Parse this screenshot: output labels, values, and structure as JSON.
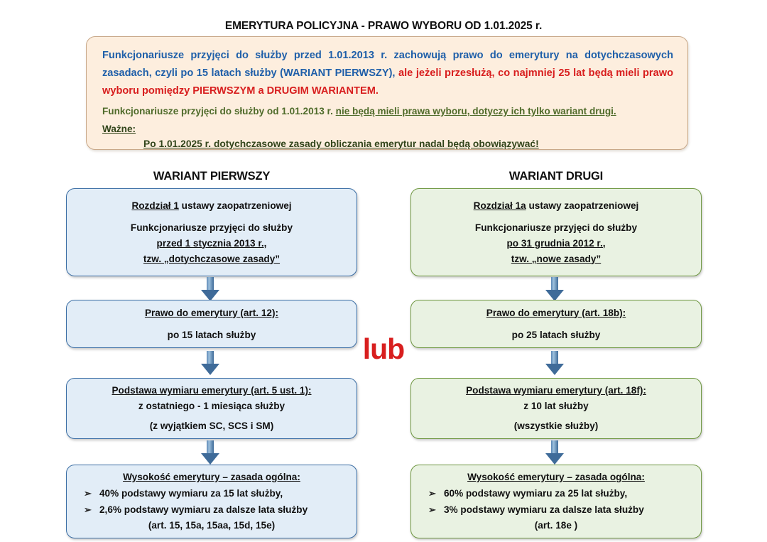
{
  "title": "EMERYTURA POLICYJNA  - PRAWO WYBORU OD 1.01.2025 r.",
  "colors": {
    "blue_text": "#1f5fa9",
    "red_text": "#d81e1e",
    "green_text": "#4f6b2a",
    "banner_fill": "#fdeede",
    "banner_border": "#c8a889",
    "left_box_fill": "#e2edf7",
    "left_box_border": "#3b6ea5",
    "right_box_fill": "#e9f2e2",
    "right_box_border": "#6e9740",
    "arrow": "#3f6b99"
  },
  "banner": {
    "p1_blue_a": "Funkcjonariusze przyjęci do służby przed 1.01.2013 r. zachowują prawo do emerytury na dotychczasowych zasadach, czyli po 15 latach służby (WARIANT PIERWSZY),",
    "p1_red": " ale jeżeli przesłużą, co najmniej 25 lat będą mieli prawo wyboru pomiędzy PIERWSZYM a DRUGIM WARIANTEM.",
    "p2_plain": "Funkcjonariusze przyjęci do służby od 1.01.2013 r. ",
    "p2_underlined": "nie będą mieli prawa wyboru, dotyczy ich tylko wariant drugi.",
    "wazne_label": "Ważne:",
    "final_line": "Po 1.01.2025 r. dotychczasowe zasady obliczania emerytur nadal będą obowiązywać!"
  },
  "columns": [
    {
      "heading": "WARIANT PIERWSZY",
      "boxes": [
        {
          "lines": [
            {
              "text": "Rozdział 1 ustawy zaopatrzeniowej",
              "underline_part": "Rozdział 1",
              "head": true
            },
            {
              "spacer": true
            },
            {
              "text": "Funkcjonariusze przyjęci do służby",
              "head": false
            },
            {
              "text": "przed 1 stycznia 2013 r.,",
              "head": true
            },
            {
              "text": "tzw. „dotychczasowe zasady”",
              "head": true
            }
          ]
        },
        {
          "lines": [
            {
              "text": "Prawo do emerytury (art. 12):",
              "head": true
            },
            {
              "spacer": true
            },
            {
              "text": "po 15 latach służby",
              "head": false
            }
          ]
        },
        {
          "lines": [
            {
              "text": "Podstawa wymiaru emerytury (art. 5 ust. 1):",
              "head": true
            },
            {
              "text": "z ostatniego - 1 miesiąca służby",
              "head": false
            },
            {
              "spacer": true
            },
            {
              "text": "(z wyjątkiem SC, SCS i SM)",
              "head": false
            }
          ]
        },
        {
          "heading_line": "Wysokość emerytury – zasada ogólna:",
          "bullets": [
            "40% podstawy wymiaru za 15 lat służby,",
            "2,6% podstawy wymiaru za dalsze lata służby"
          ],
          "footer_line": "(art. 15, 15a, 15aa, 15d, 15e)"
        }
      ]
    },
    {
      "heading": "WARIANT DRUGI",
      "boxes": [
        {
          "lines": [
            {
              "text": "Rozdział 1a ustawy zaopatrzeniowej",
              "underline_part": "Rozdział 1a",
              "head": true
            },
            {
              "spacer": true
            },
            {
              "text": "Funkcjonariusze przyjęci do służby",
              "head": false
            },
            {
              "text": "po 31 grudnia 2012 r.,",
              "head": true
            },
            {
              "text": "tzw. „nowe zasady”",
              "head": true
            }
          ]
        },
        {
          "lines": [
            {
              "text": "Prawo do emerytury (art. 18b):",
              "head": true
            },
            {
              "spacer": true
            },
            {
              "text": "po 25 latach służby",
              "head": false
            }
          ]
        },
        {
          "lines": [
            {
              "text": "Podstawa wymiaru emerytury (art. 18f):",
              "head": true
            },
            {
              "text": "z 10 lat służby",
              "head": false
            },
            {
              "spacer": true
            },
            {
              "text": "(wszystkie służby)",
              "head": false
            }
          ]
        },
        {
          "heading_line": "Wysokość emerytury – zasada ogólna:",
          "bullets": [
            "60% podstawy wymiaru za 25 lat służby,",
            "3% podstawy wymiaru za dalsze lata służby"
          ],
          "footer_line": "(art. 18e )"
        }
      ]
    }
  ],
  "center_label": "lub",
  "bullet_glyph": "➢",
  "arrow_icon": "down-arrow-icon"
}
